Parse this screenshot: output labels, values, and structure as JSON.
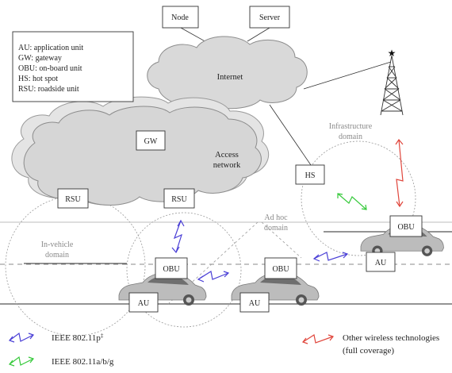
{
  "top_boxes": {
    "node": "Node",
    "server": "Server"
  },
  "abbreviations": [
    "AU: application unit",
    "GW: gateway",
    "OBU: on-board unit",
    "HS: hot spot",
    "RSU: roadside unit"
  ],
  "clouds": {
    "internet": "Internet",
    "access_line1": "Access",
    "access_line2": "network"
  },
  "nodes": {
    "gw": "GW",
    "rsu_left": "RSU",
    "rsu_right": "RSU",
    "hs": "HS",
    "obu_right": "OBU",
    "au_right": "AU",
    "obu_left": "OBU",
    "au_left": "AU",
    "obu_mid": "OBU",
    "au_mid": "AU"
  },
  "domains": {
    "infrastructure_line1": "Infrastructure",
    "infrastructure_line2": "domain",
    "adhoc_line1": "Ad hoc",
    "adhoc_line2": "domain",
    "invehicle_line1": "In-vehicle",
    "invehicle_line2": "domain"
  },
  "legend": {
    "ieee_p": "IEEE 802.11p",
    "ieee_p_mark": "‡",
    "ieee_abg": "IEEE 802.11a/b/g",
    "other_line1": "Other wireless technologies",
    "other_line2": "(full coverage)"
  },
  "colors": {
    "p_link": "#4a3fd6",
    "abg_link": "#35c93a",
    "other_link": "#e0463c",
    "cloud_fill": "#d8d8d8",
    "cloud_stroke": "#8c8c8c",
    "car_body": "#bdbdbd"
  }
}
